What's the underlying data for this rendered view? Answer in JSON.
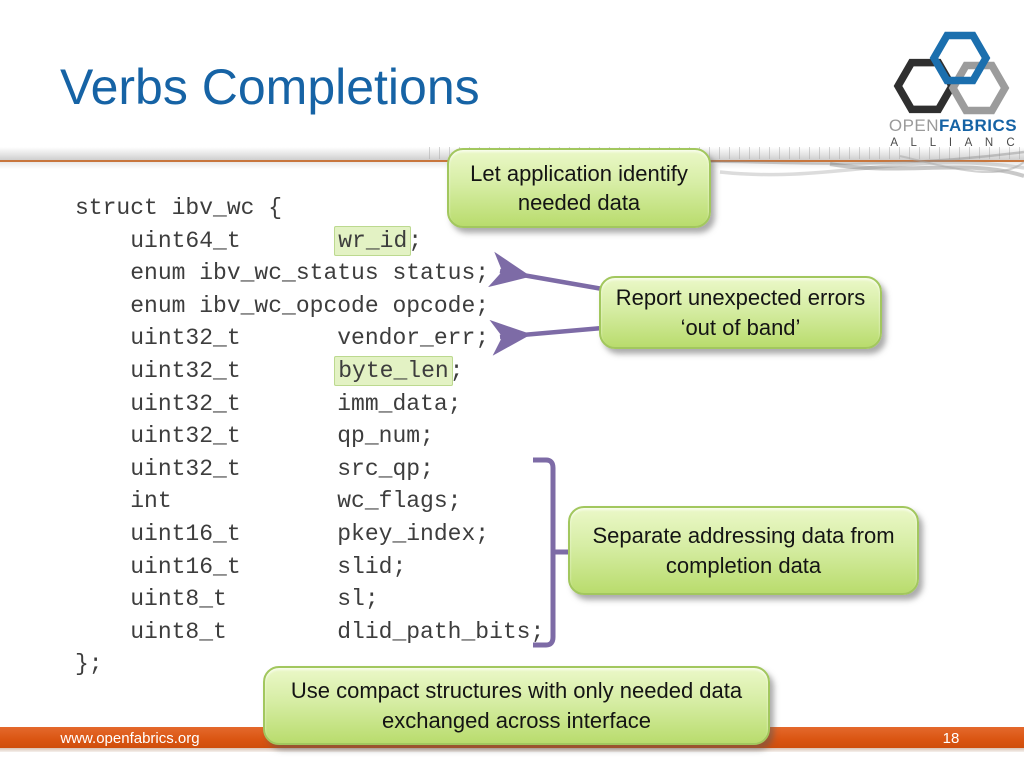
{
  "slide": {
    "title": "Verbs Completions",
    "footer_url": "www.openfabrics.org",
    "page_number": "18"
  },
  "logo": {
    "open": "OPEN",
    "fabrics": "FABRICS",
    "alliance": "A L L I A N C E"
  },
  "code": {
    "struct_name": "ibv_wc",
    "lines": [
      {
        "segs": [
          {
            "t": "struct ibv_wc {"
          }
        ]
      },
      {
        "segs": [
          {
            "t": "    uint64_t       "
          },
          {
            "t": "wr_id",
            "hl": true
          },
          {
            "t": ";"
          }
        ]
      },
      {
        "segs": [
          {
            "t": "    enum ibv_wc_status status;"
          }
        ]
      },
      {
        "segs": [
          {
            "t": "    enum ibv_wc_opcode opcode;"
          }
        ]
      },
      {
        "segs": [
          {
            "t": "    uint32_t       vendor_err;"
          }
        ]
      },
      {
        "segs": [
          {
            "t": "    uint32_t       "
          },
          {
            "t": "byte_len",
            "hl": true
          },
          {
            "t": ";"
          }
        ]
      },
      {
        "segs": [
          {
            "t": "    uint32_t       imm_data;"
          }
        ]
      },
      {
        "segs": [
          {
            "t": "    uint32_t       qp_num;"
          }
        ]
      },
      {
        "segs": [
          {
            "t": "    uint32_t       src_qp;"
          }
        ]
      },
      {
        "segs": [
          {
            "t": "    int            wc_flags;"
          }
        ]
      },
      {
        "segs": [
          {
            "t": "    uint16_t       pkey_index;"
          }
        ]
      },
      {
        "segs": [
          {
            "t": "    uint16_t       slid;"
          }
        ]
      },
      {
        "segs": [
          {
            "t": "    uint8_t        sl;"
          }
        ]
      },
      {
        "segs": [
          {
            "t": "    uint8_t        dlid_path_bits;"
          }
        ]
      },
      {
        "segs": [
          {
            "t": "};"
          }
        ]
      }
    ]
  },
  "callouts": [
    {
      "name": "let-application",
      "text": "Let application identify needed data"
    },
    {
      "name": "report-errors",
      "text": "Report unexpected errors ‘out of band’"
    },
    {
      "name": "separate-addressing",
      "text": "Separate addressing data from completion data"
    },
    {
      "name": "use-compact",
      "text": "Use compact structures with only needed data exchanged across interface"
    }
  ],
  "colors": {
    "title_blue": "#1663a5",
    "callout_green_top": "#ebf8c8",
    "callout_green_bottom": "#b9dc6d",
    "callout_border": "#a2c75e",
    "highlight_green": "#e3f2c4",
    "connector_purple": "#7d6ba6",
    "footer_orange": "#da5512",
    "divider_orange": "#c8763d",
    "code_text": "#3d3d3d"
  }
}
